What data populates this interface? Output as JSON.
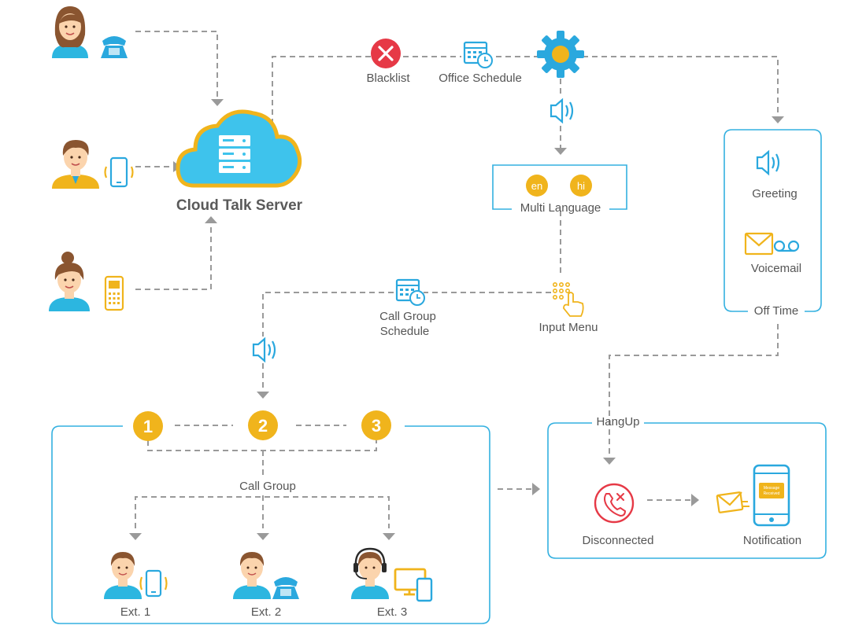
{
  "diagram": {
    "server_label": "Cloud Talk Server",
    "blacklist_label": "Blacklist",
    "office_schedule_label": "Office Schedule",
    "multi_language_label": "Multi Language",
    "lang_en": "en",
    "lang_hi": "hi",
    "input_menu_label": "Input Menu",
    "call_group_schedule_line1": "Call Group",
    "call_group_schedule_line2": "Schedule",
    "greeting_label": "Greeting",
    "voicemail_label": "Voicemail",
    "off_time_label": "Off Time",
    "hangup_label": "HangUp",
    "disconnected_label": "Disconnected",
    "notification_label": "Notification",
    "notification_screen_text": "Message Received",
    "call_group_label": "Call Group",
    "group_numbers": [
      "1",
      "2",
      "3"
    ],
    "ext_labels": [
      "Ext. 1",
      "Ext. 2",
      "Ext. 3"
    ]
  },
  "colors": {
    "accent_blue": "#2aa8de",
    "accent_yellow": "#f0b41c",
    "error_red": "#e63946",
    "line_gray": "#9a9a9a",
    "text_gray": "#555555"
  }
}
